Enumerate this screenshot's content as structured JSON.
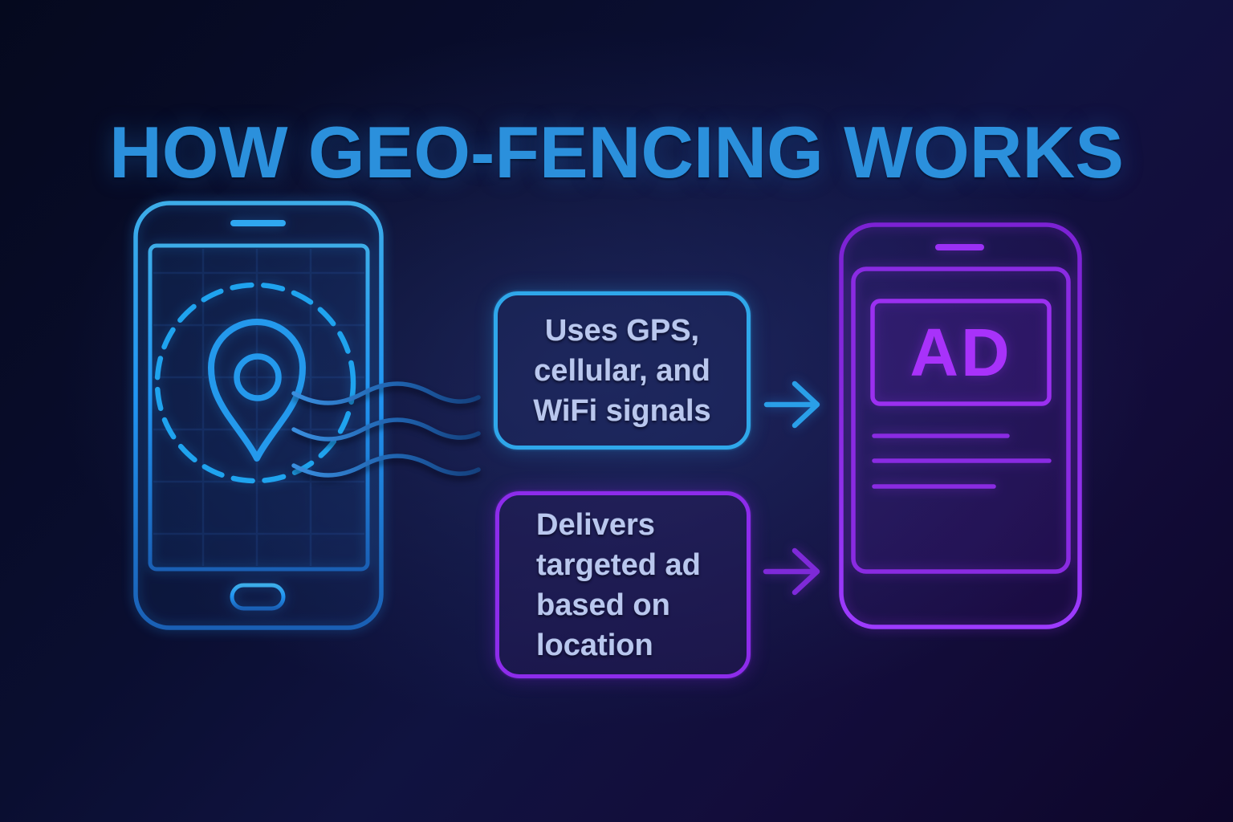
{
  "title": "HOW GEO-FENCING WORKS",
  "steps": [
    {
      "name": "signals",
      "lines": [
        "Uses GPS,",
        "cellular, and",
        "WiFi signals"
      ],
      "accent": "#2fa7ea"
    },
    {
      "name": "delivery",
      "lines": [
        "Delivers",
        "targeted ad",
        "based on",
        "location"
      ],
      "accent": "#8d2ceb"
    }
  ],
  "ad_phone": {
    "ad_label": "AD"
  },
  "colors": {
    "background_top_left": "#05091e",
    "background_bottom_right": "#0d0629",
    "title_blue": "#2b90dc",
    "neon_blue": "#2196f3",
    "neon_purple": "#8a2be2",
    "ad_text_purple": "#a832fa",
    "box_text": "#b9c7ee"
  }
}
